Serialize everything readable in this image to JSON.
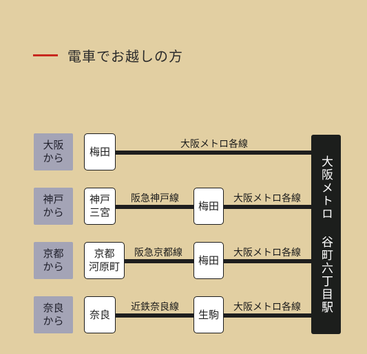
{
  "heading": {
    "title": "電車でお越しの方"
  },
  "destination": {
    "label": "大阪メトロ 谷町六丁目駅"
  },
  "routes": [
    {
      "from": "大阪\nから",
      "stations": [
        "梅田"
      ],
      "lines": [
        "大阪メトロ各線"
      ]
    },
    {
      "from": "神戸\nから",
      "stations": [
        "神戸\n三宮",
        "梅田"
      ],
      "lines": [
        "阪急神戸線",
        "大阪メトロ各線"
      ]
    },
    {
      "from": "京都\nから",
      "stations": [
        "京都\n河原町",
        "梅田"
      ],
      "lines": [
        "阪急京都線",
        "大阪メトロ各線"
      ]
    },
    {
      "from": "奈良\nから",
      "stations": [
        "奈良",
        "生駒"
      ],
      "lines": [
        "近鉄奈良線",
        "大阪メトロ各線"
      ]
    }
  ],
  "colors": {
    "background": "#e2cfa2",
    "accent": "#c8281e",
    "origin_box": "#a4a4b6",
    "line": "#1e1e1e",
    "destination_box": "#1c1e1c"
  }
}
